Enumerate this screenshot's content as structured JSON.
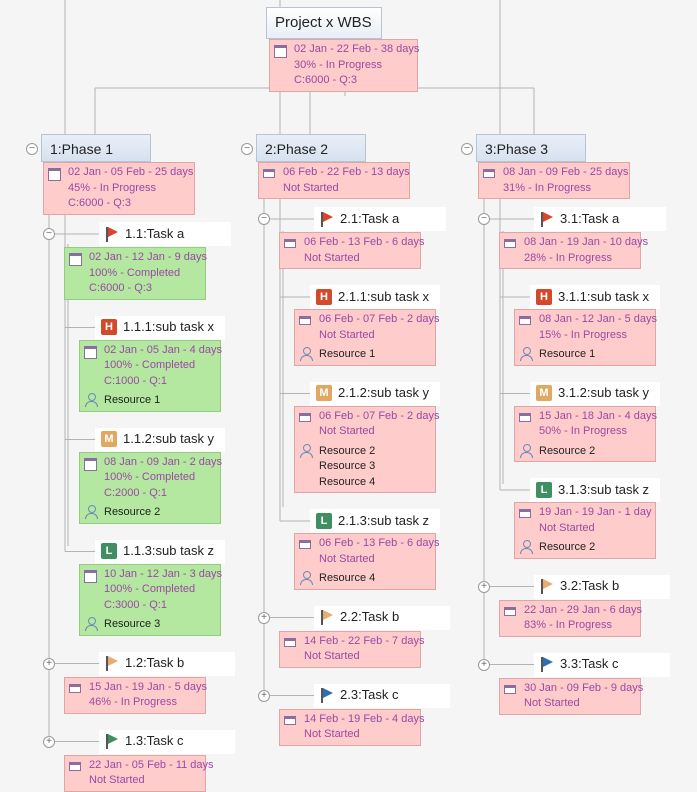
{
  "colors": {
    "flag_red": "#d9452d",
    "flag_orange": "#e8ac70",
    "flag_green": "#3f8f62",
    "flag_blue": "#2f6faf",
    "pri_H": "#d24a2a",
    "pri_M": "#e0a860",
    "pri_L": "#3f8f62"
  },
  "root": {
    "title": "Project x WBS",
    "info": [
      "02 Jan - 22 Feb - 38 days",
      "30% - In Progress",
      "C:6000 - Q:3"
    ]
  },
  "phases": [
    {
      "title": "1:Phase 1",
      "info": [
        "02 Jan - 05 Feb - 25 days",
        "45% - In Progress",
        "C:6000 - Q:3"
      ],
      "tasks": [
        {
          "title": "1.1:Task a",
          "flag": "flag_red",
          "info": [
            "02 Jan - 12 Jan - 9 days",
            "100% - Completed",
            "C:6000 - Q:3"
          ],
          "green": true,
          "subs": [
            {
              "title": "1.1.1:sub task x",
              "pri": "H",
              "info": [
                "02 Jan - 05 Jan - 4 days",
                "100% - Completed",
                "C:1000 - Q:1"
              ],
              "res": [
                "Resource 1"
              ],
              "green": true
            },
            {
              "title": "1.1.2:sub task y",
              "pri": "M",
              "info": [
                "08 Jan - 09 Jan - 2 days",
                "100% - Completed",
                "C:2000 - Q:1"
              ],
              "res": [
                "Resource 2"
              ],
              "green": true
            },
            {
              "title": "1.1.3:sub task z",
              "pri": "L",
              "info": [
                "10 Jan - 12 Jan - 3 days",
                "100% - Completed",
                "C:3000 - Q:1"
              ],
              "res": [
                "Resource 3"
              ],
              "green": true
            }
          ]
        },
        {
          "title": "1.2:Task b",
          "flag": "flag_orange",
          "info": [
            "15 Jan - 19 Jan - 5 days",
            "46% - In Progress"
          ]
        },
        {
          "title": "1.3:Task c",
          "flag": "flag_green",
          "info": [
            "22 Jan - 05 Feb - 11 days",
            "Not Started"
          ]
        }
      ]
    },
    {
      "title": "2:Phase 2",
      "info": [
        "06 Feb - 22 Feb - 13 days",
        "Not Started"
      ],
      "tasks": [
        {
          "title": "2.1:Task a",
          "flag": "flag_red",
          "info": [
            "06 Feb - 13 Feb - 6 days",
            "Not Started"
          ],
          "subs": [
            {
              "title": "2.1.1:sub task x",
              "pri": "H",
              "info": [
                "06 Feb - 07 Feb - 2 days",
                "Not Started"
              ],
              "res": [
                "Resource 1"
              ]
            },
            {
              "title": "2.1.2:sub task y",
              "pri": "M",
              "info": [
                "06 Feb - 07 Feb - 2 days",
                "Not Started"
              ],
              "res": [
                "Resource 2",
                "Resource 3",
                "Resource 4"
              ]
            },
            {
              "title": "2.1.3:sub task z",
              "pri": "L",
              "info": [
                "06 Feb - 13 Feb - 6 days",
                "Not Started"
              ],
              "res": [
                "Resource 4"
              ]
            }
          ]
        },
        {
          "title": "2.2:Task b",
          "flag": "flag_orange",
          "info": [
            "14 Feb - 22 Feb - 7 days",
            "Not Started"
          ]
        },
        {
          "title": "2.3:Task c",
          "flag": "flag_blue",
          "info": [
            "14 Feb - 19 Feb - 4 days",
            "Not Started"
          ]
        }
      ]
    },
    {
      "title": "3:Phase 3",
      "info": [
        "08 Jan - 09 Feb - 25 days",
        "31% - In Progress"
      ],
      "tasks": [
        {
          "title": "3.1:Task a",
          "flag": "flag_red",
          "info": [
            "08 Jan - 19 Jan - 10 days",
            "28% - In Progress"
          ],
          "subs": [
            {
              "title": "3.1.1:sub task x",
              "pri": "H",
              "info": [
                "08 Jan - 12 Jan - 5 days",
                "15% - In Progress"
              ],
              "res": [
                "Resource 1"
              ]
            },
            {
              "title": "3.1.2:sub task y",
              "pri": "M",
              "info": [
                "15 Jan - 18 Jan - 4 days",
                "50% - In Progress"
              ],
              "res": [
                "Resource 2"
              ]
            },
            {
              "title": "3.1.3:sub task z",
              "pri": "L",
              "info": [
                "19 Jan - 19 Jan - 1 day",
                "Not Started"
              ],
              "res": [
                "Resource 2"
              ]
            }
          ]
        },
        {
          "title": "3.2:Task b",
          "flag": "flag_orange",
          "info": [
            "22 Jan - 29 Jan - 6 days",
            "83% - In Progress"
          ]
        },
        {
          "title": "3.3:Task c",
          "flag": "flag_blue",
          "info": [
            "30 Jan - 09 Feb - 9 days",
            "Not Started"
          ]
        }
      ]
    }
  ]
}
